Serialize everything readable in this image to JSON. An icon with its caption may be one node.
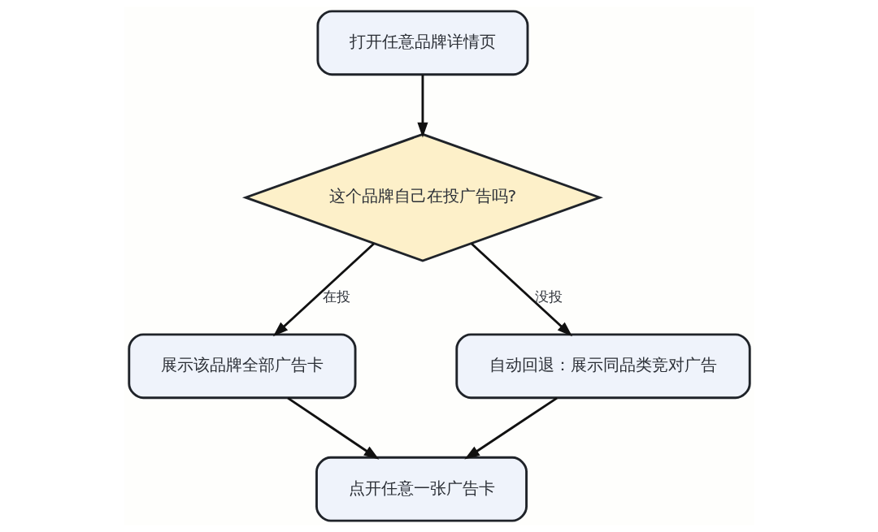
{
  "diagram": {
    "nodes": [
      {
        "text": [
          "打开任意品牌详情页"
        ]
      },
      {
        "text": [
          "这个品牌自己在投广告吗?"
        ]
      },
      {
        "text": [
          "展示该品牌全部广告卡"
        ]
      },
      {
        "text": [
          "自动回退：展示同品类竞对广告"
        ]
      },
      {
        "text": [
          "点开任意一张广告卡"
        ]
      }
    ],
    "edges": [
      {
        "from": 0,
        "to": 1,
        "arrow": "to"
      },
      {
        "from": 1,
        "to": 2,
        "arrow": "to",
        "label": "在投"
      },
      {
        "from": 1,
        "to": 3,
        "arrow": "to",
        "label": "没投"
      },
      {
        "from": 2,
        "to": 4,
        "arrow": "to"
      },
      {
        "from": 3,
        "to": 4,
        "arrow": "to"
      }
    ]
  }
}
